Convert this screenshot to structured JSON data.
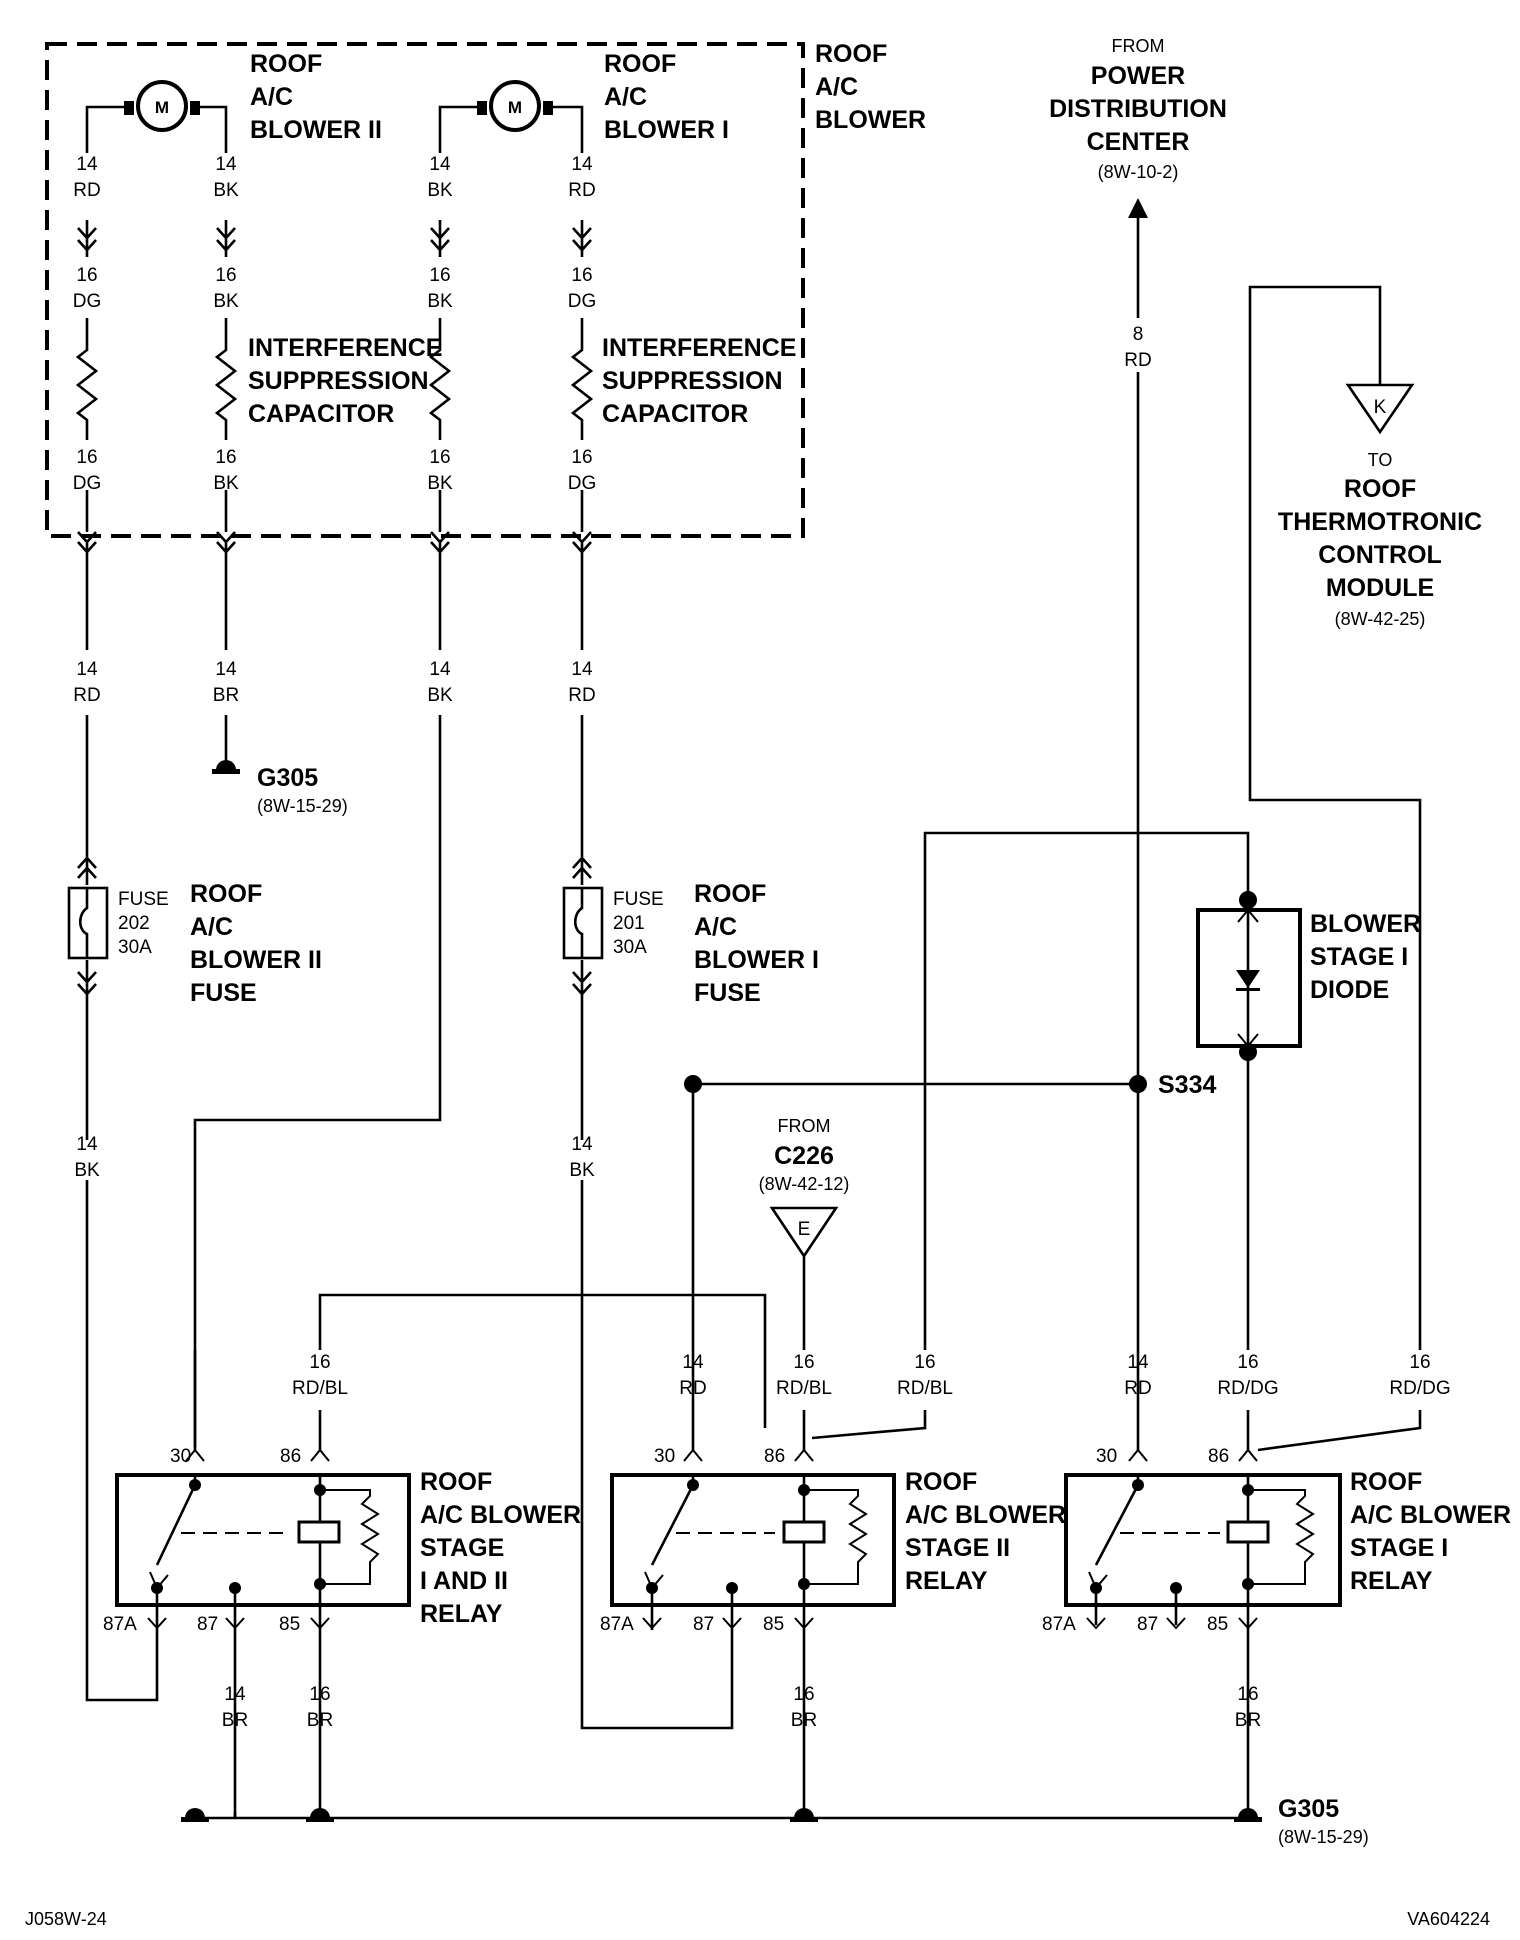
{
  "blower_box": {
    "title": [
      "ROOF",
      "A/C",
      "BLOWER"
    ]
  },
  "motor_2": {
    "label": [
      "ROOF",
      "A/C",
      "BLOWER II"
    ],
    "symbol": "M"
  },
  "motor_1": {
    "label": [
      "ROOF",
      "A/C",
      "BLOWER I"
    ],
    "symbol": "M"
  },
  "capacitor_2": {
    "label": [
      "INTERFERENCE",
      "SUPPRESSION",
      "CAPACITOR"
    ]
  },
  "capacitor_1": {
    "label": [
      "INTERFERENCE",
      "SUPPRESSION",
      "CAPACITOR"
    ]
  },
  "wires": {
    "a_top": [
      "14",
      "RD"
    ],
    "a_mid": [
      "16",
      "DG"
    ],
    "a_bot": [
      "16",
      "DG"
    ],
    "b_top": [
      "14",
      "BK"
    ],
    "b_mid": [
      "16",
      "BK"
    ],
    "b_bot": [
      "16",
      "BK"
    ],
    "c_top": [
      "14",
      "BK"
    ],
    "c_mid": [
      "16",
      "BK"
    ],
    "c_bot": [
      "16",
      "BK"
    ],
    "d_top": [
      "14",
      "RD"
    ],
    "d_mid": [
      "16",
      "DG"
    ],
    "d_bot": [
      "16",
      "DG"
    ],
    "a_out": [
      "14",
      "RD"
    ],
    "b_out": [
      "14",
      "BR"
    ],
    "c_out": [
      "14",
      "BK"
    ],
    "d_out": [
      "14",
      "RD"
    ],
    "a_low": [
      "14",
      "BK"
    ],
    "d_low": [
      "14",
      "BK"
    ],
    "pdc": [
      "8",
      "RD"
    ],
    "r1_86": [
      "16",
      "RD/BL"
    ],
    "r2_30": [
      "14",
      "RD"
    ],
    "r2_86": [
      "16",
      "RD/BL"
    ],
    "r2_86b": [
      "16",
      "RD/BL"
    ],
    "r3_30": [
      "14",
      "RD"
    ],
    "r3_86": [
      "16",
      "RD/DG"
    ],
    "r3_86b": [
      "16",
      "RD/DG"
    ],
    "r1_87": [
      "14",
      "BR"
    ],
    "r1_85": [
      "16",
      "BR"
    ],
    "r2_85": [
      "16",
      "BR"
    ],
    "r3_85": [
      "16",
      "BR"
    ]
  },
  "ground_top": {
    "name": "G305",
    "ref": "(8W-15-29)"
  },
  "ground_bottom": {
    "name": "G305",
    "ref": "(8W-15-29)"
  },
  "fuse_202": {
    "tag": [
      "FUSE",
      "202",
      "30A"
    ],
    "label": [
      "ROOF",
      "A/C",
      "BLOWER II",
      "FUSE"
    ]
  },
  "fuse_201": {
    "tag": [
      "FUSE",
      "201",
      "30A"
    ],
    "label": [
      "ROOF",
      "A/C",
      "BLOWER I",
      "FUSE"
    ]
  },
  "pdc": {
    "from": "FROM",
    "name": [
      "POWER",
      "DISTRIBUTION",
      "CENTER"
    ],
    "ref": "(8W-10-2)"
  },
  "thermotronic": {
    "connector": "K",
    "to": "TO",
    "name": [
      "ROOF",
      "THERMOTRONIC",
      "CONTROL",
      "MODULE"
    ],
    "ref": "(8W-42-25)"
  },
  "diode": {
    "label": [
      "BLOWER",
      "STAGE I",
      "DIODE"
    ]
  },
  "splice": {
    "name": "S334"
  },
  "c226": {
    "from": "FROM",
    "name": "C226",
    "ref": "(8W-42-12)",
    "connector": "E"
  },
  "relay_1": {
    "label": [
      "ROOF",
      "A/C BLOWER",
      "STAGE",
      "I AND II",
      "RELAY"
    ],
    "pins": {
      "p30": "30",
      "p86": "86",
      "p87a": "87A",
      "p87": "87",
      "p85": "85"
    }
  },
  "relay_2": {
    "label": [
      "ROOF",
      "A/C BLOWER",
      "STAGE II",
      "RELAY"
    ],
    "pins": {
      "p30": "30",
      "p86": "86",
      "p87a": "87A",
      "p87": "87",
      "p85": "85"
    }
  },
  "relay_3": {
    "label": [
      "ROOF",
      "A/C BLOWER",
      "STAGE I",
      "RELAY"
    ],
    "pins": {
      "p30": "30",
      "p86": "86",
      "p87a": "87A",
      "p87": "87",
      "p85": "85"
    }
  },
  "footer": {
    "left": "J058W-24",
    "right": "VA604224"
  }
}
